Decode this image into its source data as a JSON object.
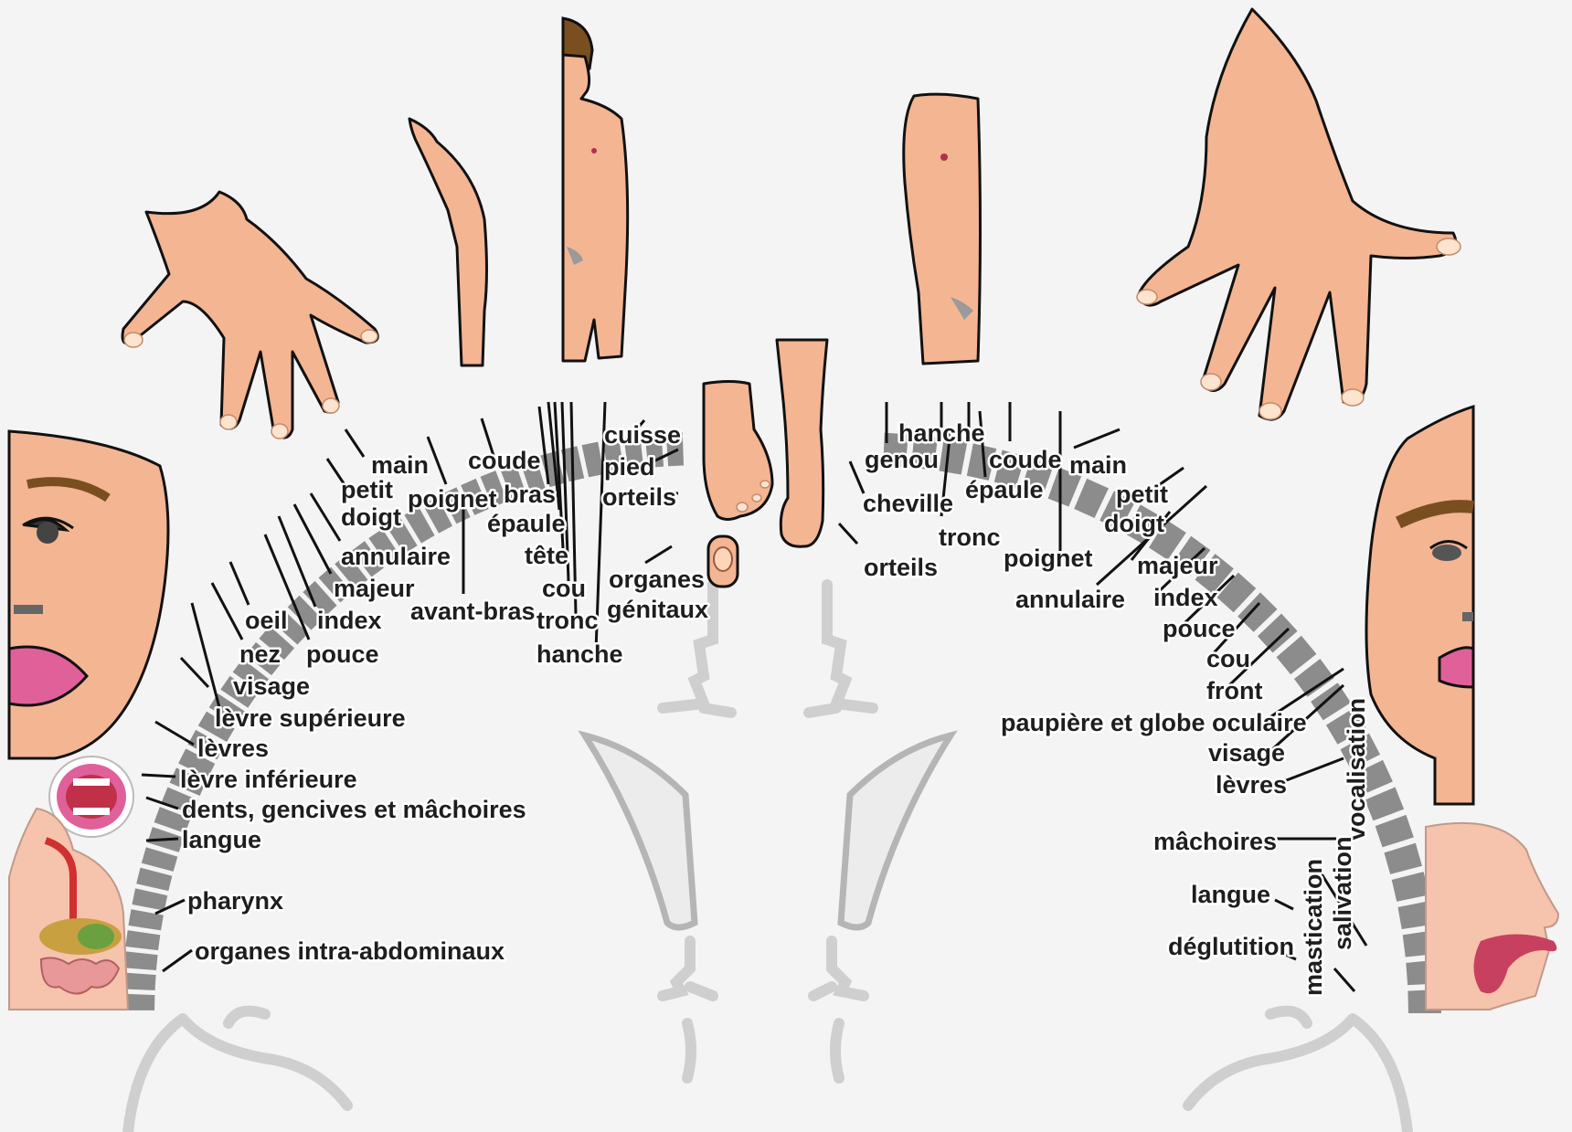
{
  "diagram": {
    "left_labels": [
      {
        "id": "main",
        "text": "main"
      },
      {
        "id": "coude",
        "text": "coude"
      },
      {
        "id": "petit",
        "text": "petit"
      },
      {
        "id": "doigt",
        "text": "doigt"
      },
      {
        "id": "poignet",
        "text": "poignet"
      },
      {
        "id": "bras",
        "text": "bras"
      },
      {
        "id": "epaule",
        "text": "épaule"
      },
      {
        "id": "cuisse",
        "text": "cuisse"
      },
      {
        "id": "pied",
        "text": "pied"
      },
      {
        "id": "orteils",
        "text": "orteils"
      },
      {
        "id": "annulaire",
        "text": "annulaire"
      },
      {
        "id": "tete",
        "text": "tête"
      },
      {
        "id": "majeur",
        "text": "majeur"
      },
      {
        "id": "cou",
        "text": "cou"
      },
      {
        "id": "organes",
        "text": "organes"
      },
      {
        "id": "genitaux",
        "text": "génitaux"
      },
      {
        "id": "oeil",
        "text": "oeil"
      },
      {
        "id": "index",
        "text": "index"
      },
      {
        "id": "avantbras",
        "text": "avant-bras"
      },
      {
        "id": "tronc",
        "text": "tronc"
      },
      {
        "id": "nez",
        "text": "nez"
      },
      {
        "id": "pouce",
        "text": "pouce"
      },
      {
        "id": "hanche",
        "text": "hanche"
      },
      {
        "id": "visage",
        "text": "visage"
      },
      {
        "id": "levresup",
        "text": "lèvre supérieure"
      },
      {
        "id": "levres",
        "text": "lèvres"
      },
      {
        "id": "levreinf",
        "text": "lèvre inférieure"
      },
      {
        "id": "dents",
        "text": "dents, gencives et mâchoires"
      },
      {
        "id": "langue",
        "text": "langue"
      },
      {
        "id": "pharynx",
        "text": "pharynx"
      },
      {
        "id": "intraabdo",
        "text": "organes intra-abdominaux"
      }
    ],
    "right_labels": [
      {
        "id": "hanche",
        "text": "hanche"
      },
      {
        "id": "genou",
        "text": "genou"
      },
      {
        "id": "coude",
        "text": "coude"
      },
      {
        "id": "main",
        "text": "main"
      },
      {
        "id": "cheville",
        "text": "cheville"
      },
      {
        "id": "epaule",
        "text": "épaule"
      },
      {
        "id": "petit",
        "text": "petit"
      },
      {
        "id": "doigt",
        "text": "doigt"
      },
      {
        "id": "tronc",
        "text": "tronc"
      },
      {
        "id": "poignet",
        "text": "poignet"
      },
      {
        "id": "orteils",
        "text": "orteils"
      },
      {
        "id": "majeur",
        "text": "majeur"
      },
      {
        "id": "annulaire",
        "text": "annulaire"
      },
      {
        "id": "index",
        "text": "index"
      },
      {
        "id": "pouce",
        "text": "pouce"
      },
      {
        "id": "cou",
        "text": "cou"
      },
      {
        "id": "front",
        "text": "front"
      },
      {
        "id": "paupiere",
        "text": "paupière et globe oculaire"
      },
      {
        "id": "visage",
        "text": "visage"
      },
      {
        "id": "levres",
        "text": "lèvres"
      },
      {
        "id": "vocalisation",
        "text": "vocalisation"
      },
      {
        "id": "machoires",
        "text": "mâchoires"
      },
      {
        "id": "langue",
        "text": "langue"
      },
      {
        "id": "salivation",
        "text": "salivation"
      },
      {
        "id": "mastication",
        "text": "mastication"
      },
      {
        "id": "deglutition",
        "text": "déglutition"
      }
    ],
    "colors": {
      "skin": "#f4b593",
      "cortex_strip": "#8c8c8c",
      "brain_outline": "#cfcfcf",
      "lips": "#e0609a",
      "eyebrow": "#7a4f20",
      "mouth_inside": "#c03048",
      "tongue": "#c84060"
    },
    "icons": [
      "hand-icon",
      "arm-icon",
      "torso-icon",
      "foot-icon",
      "leg-icon",
      "genitals-icon",
      "face-icon",
      "mouth-icon",
      "digestive-icon",
      "head-profile-icon"
    ]
  }
}
